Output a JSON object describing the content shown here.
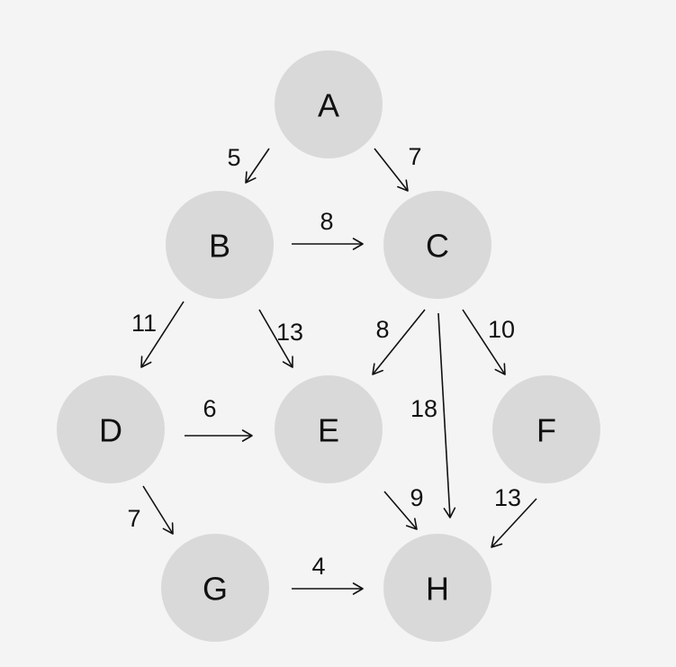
{
  "colors": {
    "background": "#f4f4f4",
    "node_fill": "#d9d9d9",
    "ink": "#111111",
    "muted_label": "#555555"
  },
  "nodes": [
    {
      "id": "A",
      "label": "A"
    },
    {
      "id": "B",
      "label": "B"
    },
    {
      "id": "C",
      "label": "C"
    },
    {
      "id": "D",
      "label": "D"
    },
    {
      "id": "E",
      "label": "E"
    },
    {
      "id": "F",
      "label": "F"
    },
    {
      "id": "G",
      "label": "G"
    },
    {
      "id": "H",
      "label": "H"
    }
  ],
  "edges": [
    {
      "from": "A",
      "to": "B",
      "weight": "5"
    },
    {
      "from": "A",
      "to": "C",
      "weight": "7",
      "muted": true
    },
    {
      "from": "B",
      "to": "C",
      "weight": "8"
    },
    {
      "from": "B",
      "to": "D",
      "weight": "11"
    },
    {
      "from": "B",
      "to": "E",
      "weight": "13"
    },
    {
      "from": "C",
      "to": "E",
      "weight": "8"
    },
    {
      "from": "C",
      "to": "H",
      "weight": "18"
    },
    {
      "from": "C",
      "to": "F",
      "weight": "10"
    },
    {
      "from": "D",
      "to": "E",
      "weight": "6"
    },
    {
      "from": "D",
      "to": "G",
      "weight": "7"
    },
    {
      "from": "E",
      "to": "H",
      "weight": "9"
    },
    {
      "from": "F",
      "to": "H",
      "weight": "13"
    },
    {
      "from": "G",
      "to": "H",
      "weight": "4"
    }
  ]
}
